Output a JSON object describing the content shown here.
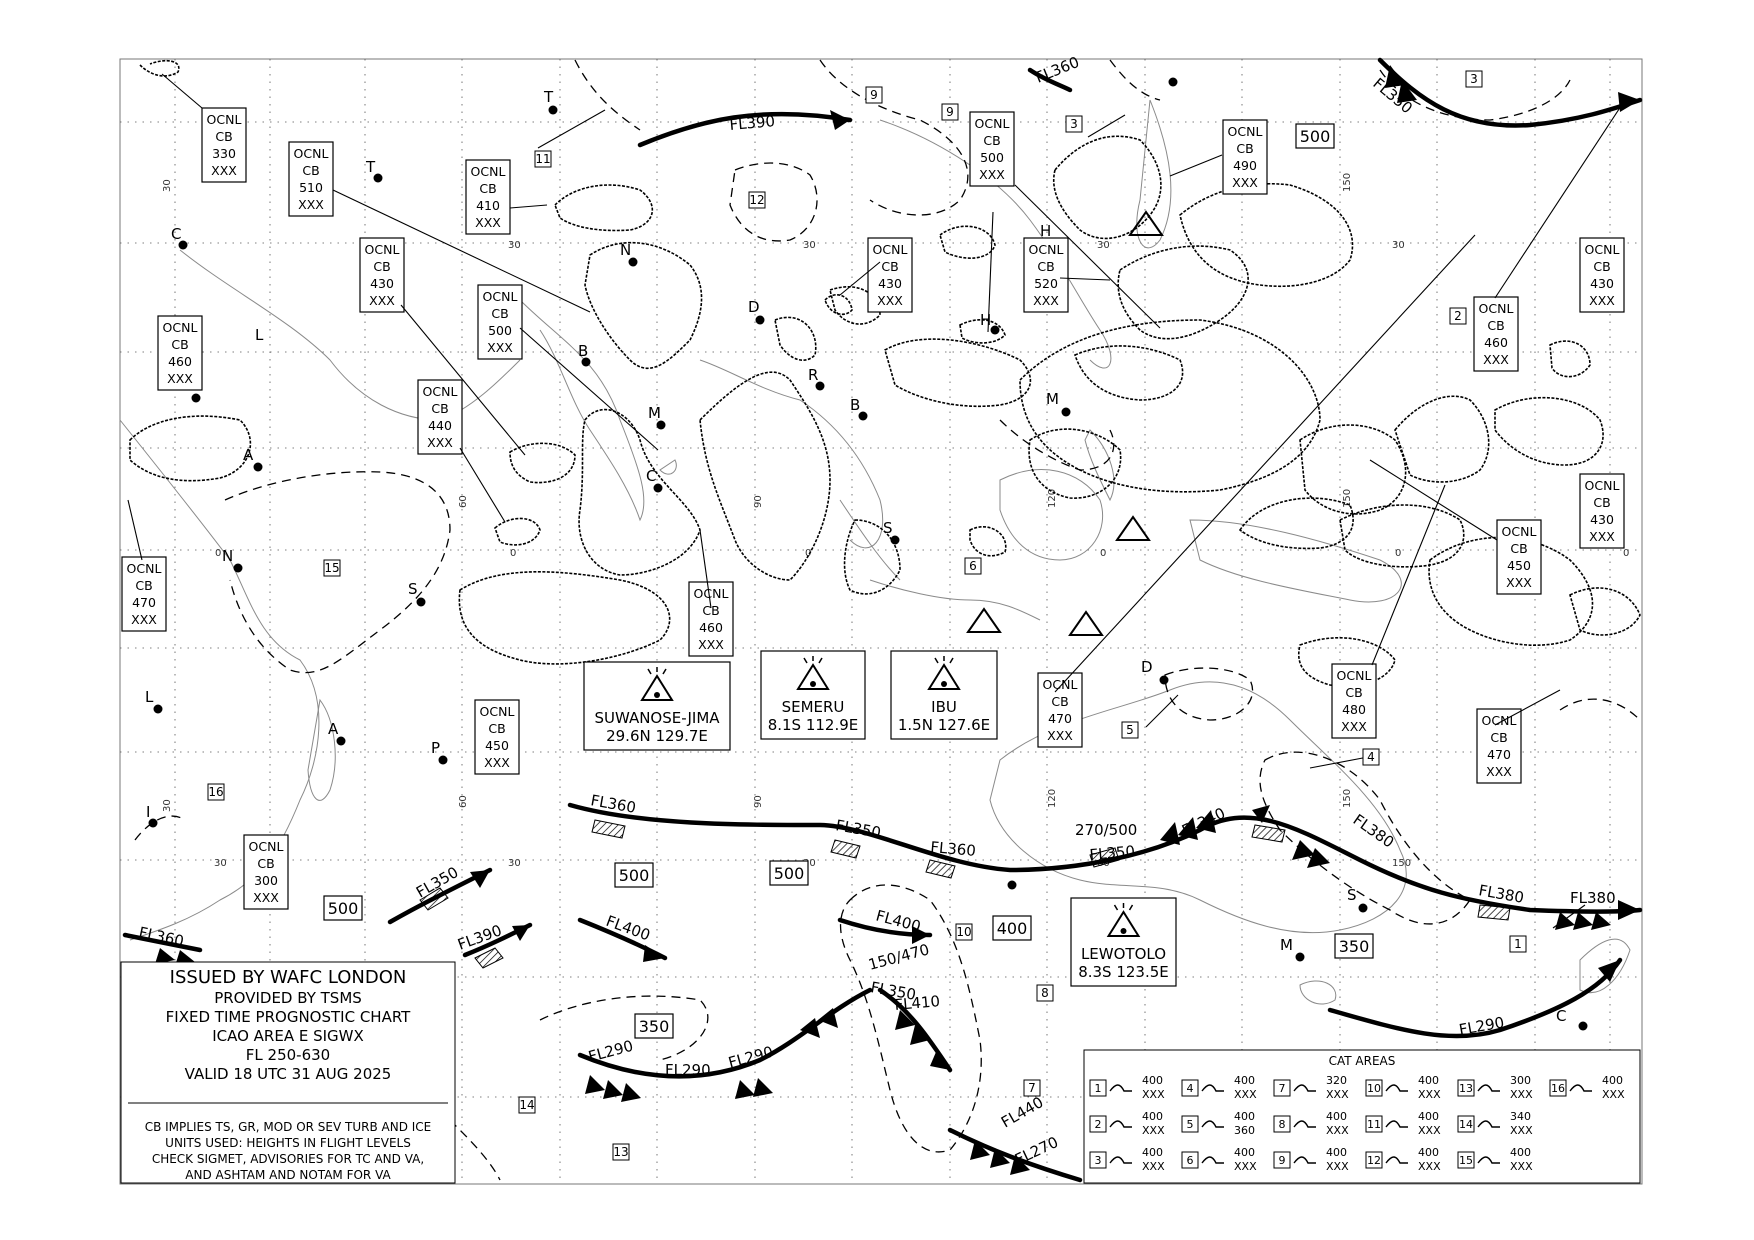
{
  "issuer": {
    "lines": [
      "ISSUED BY WAFC LONDON",
      "PROVIDED BY TSMS",
      "FIXED TIME PROGNOSTIC CHART",
      "ICAO AREA E SIGWX",
      "FL 250-630",
      "VALID 18 UTC 31 AUG 2025"
    ],
    "notes": [
      "CB IMPLIES TS, GR, MOD OR SEV TURB AND ICE",
      "UNITS USED: HEIGHTS IN FLIGHT LEVELS",
      "CHECK SIGMET, ADVISORIES FOR TC AND VA,",
      "AND ASHTAM AND NOTAM FOR VA"
    ]
  },
  "cb_boxes": [
    {
      "id": "cb1",
      "lines": [
        "OCNL",
        "CB",
        "330",
        "XXX"
      ]
    },
    {
      "id": "cb2",
      "lines": [
        "OCNL",
        "CB",
        "510",
        "XXX"
      ]
    },
    {
      "id": "cb3",
      "lines": [
        "OCNL",
        "CB",
        "410",
        "XXX"
      ]
    },
    {
      "id": "cb4",
      "lines": [
        "OCNL",
        "CB",
        "430",
        "XXX"
      ]
    },
    {
      "id": "cb5",
      "lines": [
        "OCNL",
        "CB",
        "500",
        "XXX"
      ]
    },
    {
      "id": "cb6",
      "lines": [
        "OCNL",
        "CB",
        "460",
        "XXX"
      ]
    },
    {
      "id": "cb7",
      "lines": [
        "OCNL",
        "CB",
        "440",
        "XXX"
      ]
    },
    {
      "id": "cb8",
      "lines": [
        "OCNL",
        "CB",
        "470",
        "XXX"
      ]
    },
    {
      "id": "cb9",
      "lines": [
        "OCNL",
        "CB",
        "460",
        "XXX"
      ]
    },
    {
      "id": "cb10",
      "lines": [
        "OCNL",
        "CB",
        "450",
        "XXX"
      ]
    },
    {
      "id": "cb11",
      "lines": [
        "OCNL",
        "CB",
        "300",
        "XXX"
      ]
    },
    {
      "id": "cb12",
      "lines": [
        "OCNL",
        "CB",
        "430",
        "XXX"
      ]
    },
    {
      "id": "cb13",
      "lines": [
        "OCNL",
        "CB",
        "500",
        "XXX"
      ]
    },
    {
      "id": "cb14",
      "lines": [
        "OCNL",
        "CB",
        "520",
        "XXX"
      ]
    },
    {
      "id": "cb15",
      "lines": [
        "OCNL",
        "CB",
        "490",
        "XXX"
      ]
    },
    {
      "id": "cb16",
      "lines": [
        "OCNL",
        "CB",
        "460",
        "XXX"
      ]
    },
    {
      "id": "cb17",
      "lines": [
        "OCNL",
        "CB",
        "430",
        "XXX"
      ]
    },
    {
      "id": "cb18",
      "lines": [
        "OCNL",
        "CB",
        "430",
        "XXX"
      ]
    },
    {
      "id": "cb19",
      "lines": [
        "OCNL",
        "CB",
        "450",
        "XXX"
      ]
    },
    {
      "id": "cb20",
      "lines": [
        "OCNL",
        "CB",
        "470",
        "XXX"
      ]
    },
    {
      "id": "cb21",
      "lines": [
        "OCNL",
        "CB",
        "480",
        "XXX"
      ]
    },
    {
      "id": "cb22",
      "lines": [
        "OCNL",
        "CB",
        "470",
        "XXX"
      ]
    }
  ],
  "volcanoes": [
    {
      "name": "SUWANOSE-JIMA",
      "pos": "29.6N 129.7E"
    },
    {
      "name": "SEMERU",
      "pos": "8.1S 112.9E"
    },
    {
      "name": "IBU",
      "pos": "1.5N 127.6E"
    },
    {
      "name": "LEWOTOLO",
      "pos": "8.3S 123.5E"
    }
  ],
  "tropopause_boxes": [
    "500",
    "500",
    "500",
    "500",
    "350",
    "400",
    "350"
  ],
  "jet_labels": [
    "FL360",
    "FL390",
    "FL350",
    "FL360",
    "FL350",
    "FL360",
    "FL350",
    "FL340",
    "FL380",
    "FL380",
    "FL380",
    "FL360",
    "FL350",
    "FL390",
    "FL400",
    "FL400",
    "FL350",
    "FL410",
    "FL290",
    "FL290",
    "FL290",
    "FL290",
    "FL440",
    "FL270",
    "270/500",
    "150/470"
  ],
  "area_numbers": [
    "1",
    "2",
    "3",
    "3",
    "4",
    "5",
    "6",
    "7",
    "8",
    "9",
    "9",
    "10",
    "11",
    "12",
    "13",
    "14",
    "15",
    "16"
  ],
  "cities": [
    "T",
    "T",
    "C",
    "N",
    "D",
    "B",
    "M",
    "C",
    "R",
    "B",
    "S",
    "L",
    "A",
    "N",
    "S",
    "L",
    "A",
    "P",
    "I",
    "H",
    "H",
    "M",
    "D",
    "S",
    "M",
    "C"
  ],
  "graticule_labels": [
    "30",
    "30",
    "30",
    "30",
    "30",
    "30",
    "30",
    "30",
    "30",
    "60",
    "60",
    "60",
    "90",
    "90",
    "120",
    "120",
    "150",
    "150",
    "150",
    "150",
    "0",
    "0",
    "0",
    "0",
    "0",
    "0"
  ],
  "cat_areas": {
    "title": "CAT AREAS",
    "items": [
      {
        "n": "1",
        "top": "400",
        "bot": "XXX"
      },
      {
        "n": "2",
        "top": "400",
        "bot": "XXX"
      },
      {
        "n": "3",
        "top": "400",
        "bot": "XXX"
      },
      {
        "n": "4",
        "top": "400",
        "bot": "XXX"
      },
      {
        "n": "5",
        "top": "400",
        "bot": "360"
      },
      {
        "n": "6",
        "top": "400",
        "bot": "XXX"
      },
      {
        "n": "7",
        "top": "320",
        "bot": "XXX"
      },
      {
        "n": "8",
        "top": "400",
        "bot": "XXX"
      },
      {
        "n": "9",
        "top": "400",
        "bot": "XXX"
      },
      {
        "n": "10",
        "top": "400",
        "bot": "XXX"
      },
      {
        "n": "11",
        "top": "400",
        "bot": "XXX"
      },
      {
        "n": "12",
        "top": "400",
        "bot": "XXX"
      },
      {
        "n": "13",
        "top": "300",
        "bot": "XXX"
      },
      {
        "n": "14",
        "top": "340",
        "bot": "XXX"
      },
      {
        "n": "15",
        "top": "400",
        "bot": "XXX"
      },
      {
        "n": "16",
        "top": "400",
        "bot": "XXX"
      }
    ]
  }
}
